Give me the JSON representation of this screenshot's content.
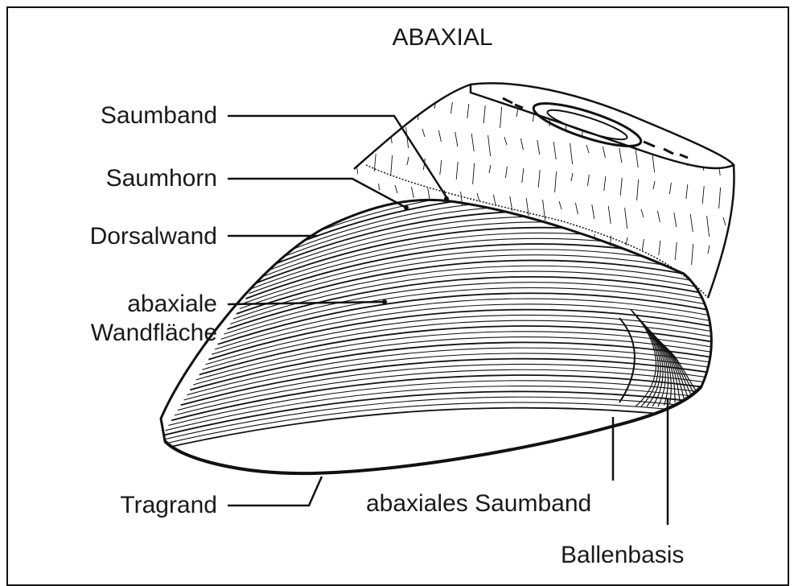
{
  "title": "ABAXIAL",
  "labels": {
    "saumband": "Saumband",
    "saumhorn": "Saumhorn",
    "dorsalwand": "Dorsalwand",
    "wandflaeche_line1": "abaxiale",
    "wandflaeche_line2": "Wandfläche",
    "tragrand": "Tragrand",
    "abaxiales_saumband": "abaxiales Saumband",
    "ballenbasis": "Ballenbasis"
  }
}
